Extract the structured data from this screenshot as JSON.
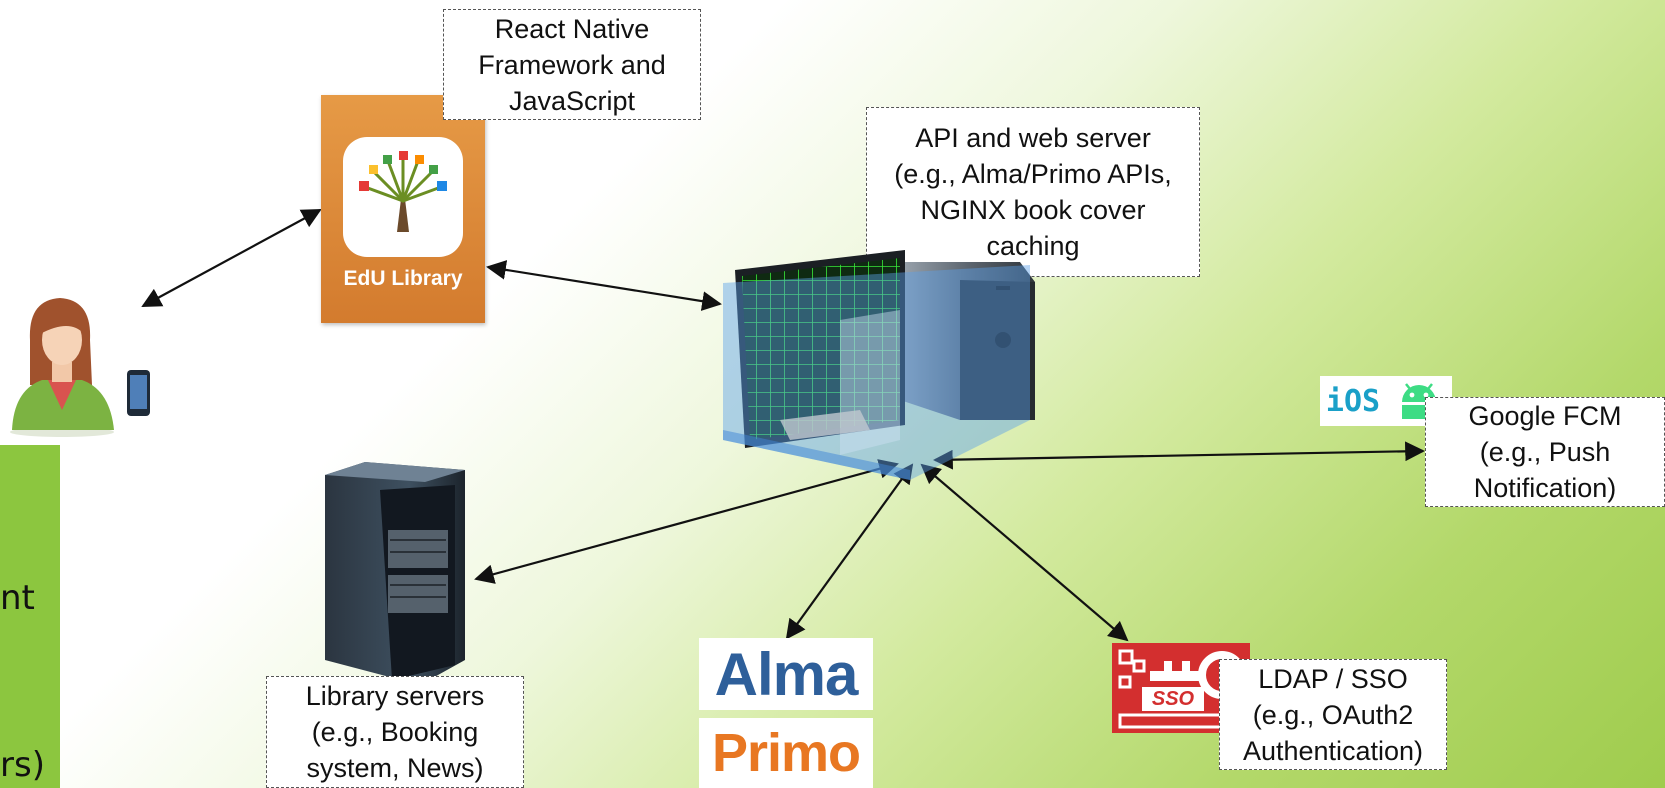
{
  "labels": {
    "react": [
      "React Native",
      "Framework and",
      "JavaScript"
    ],
    "api": [
      "API and web server",
      "(e.g., Alma/Primo APIs,",
      "NGINX book cover",
      "caching"
    ],
    "fcm": [
      "Google FCM",
      "(e.g., Push",
      "Notification)"
    ],
    "ldap": [
      "LDAP / SSO",
      "(e.g., OAuth2",
      "Authentication)"
    ],
    "library": [
      "Library servers",
      "(e.g., Booking",
      "system, News)"
    ]
  },
  "app_icon": {
    "text": "EdU Library"
  },
  "logos": {
    "ios": "iOS",
    "alma": "Alma",
    "primo": "Primo",
    "sso": "SSO"
  },
  "left_fragments": [
    "nt",
    "rs)"
  ],
  "colors": {
    "accent_green": "#8cc63f",
    "app_orange": "#e08a3a",
    "alma_blue": "#2e5f9a",
    "primo_orange": "#e87722",
    "sso_red": "#d32f2f",
    "android_green": "#3ddc84",
    "ios_blue": "#1aa0c8"
  }
}
